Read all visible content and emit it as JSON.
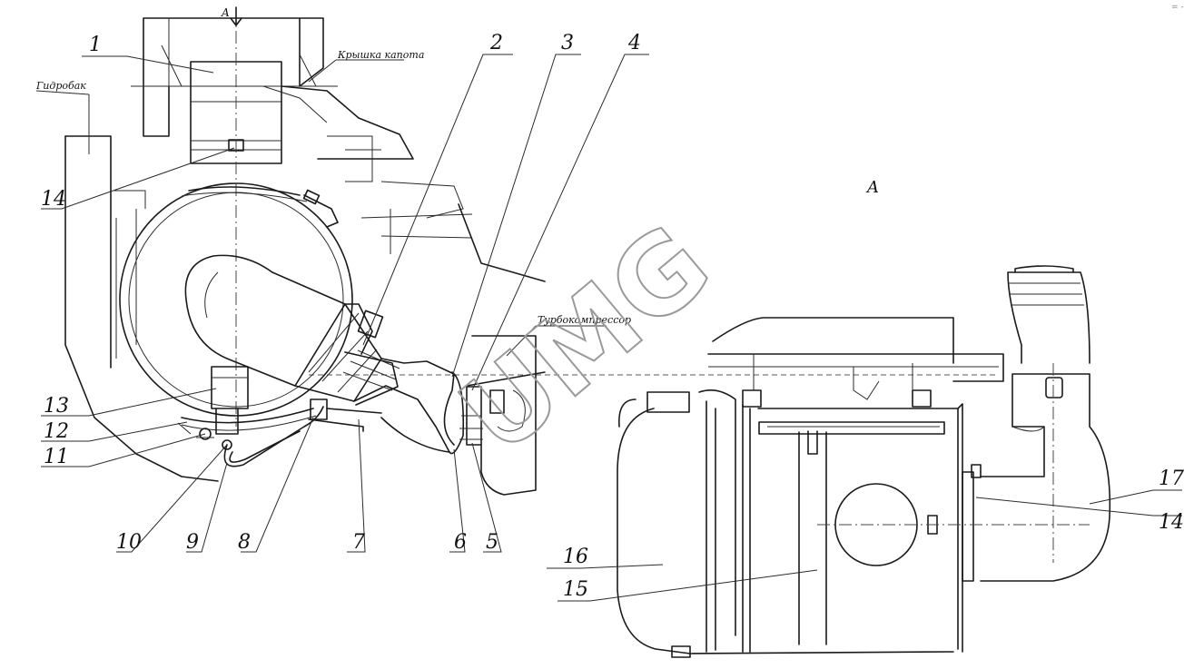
{
  "labels": {
    "hood_cover": "Крышка капота",
    "hydraulic_tank": "Гидробак",
    "turbocharger": "Турбокомпрессор",
    "view_arrow": "A",
    "view_title": "A",
    "corner_mark": "= -"
  },
  "watermark": "UMG",
  "callouts": [
    {
      "id": "c1",
      "text": "1"
    },
    {
      "id": "c2",
      "text": "2"
    },
    {
      "id": "c3",
      "text": "3"
    },
    {
      "id": "c4",
      "text": "4"
    },
    {
      "id": "c5",
      "text": "5"
    },
    {
      "id": "c6",
      "text": "6"
    },
    {
      "id": "c7",
      "text": "7"
    },
    {
      "id": "c8",
      "text": "8"
    },
    {
      "id": "c9",
      "text": "9"
    },
    {
      "id": "c10",
      "text": "10"
    },
    {
      "id": "c11",
      "text": "11"
    },
    {
      "id": "c12",
      "text": "12"
    },
    {
      "id": "c13",
      "text": "13"
    },
    {
      "id": "c14a",
      "text": "14"
    },
    {
      "id": "c14b",
      "text": "14"
    },
    {
      "id": "c15",
      "text": "15"
    },
    {
      "id": "c16",
      "text": "16"
    },
    {
      "id": "c17",
      "text": "17"
    }
  ]
}
